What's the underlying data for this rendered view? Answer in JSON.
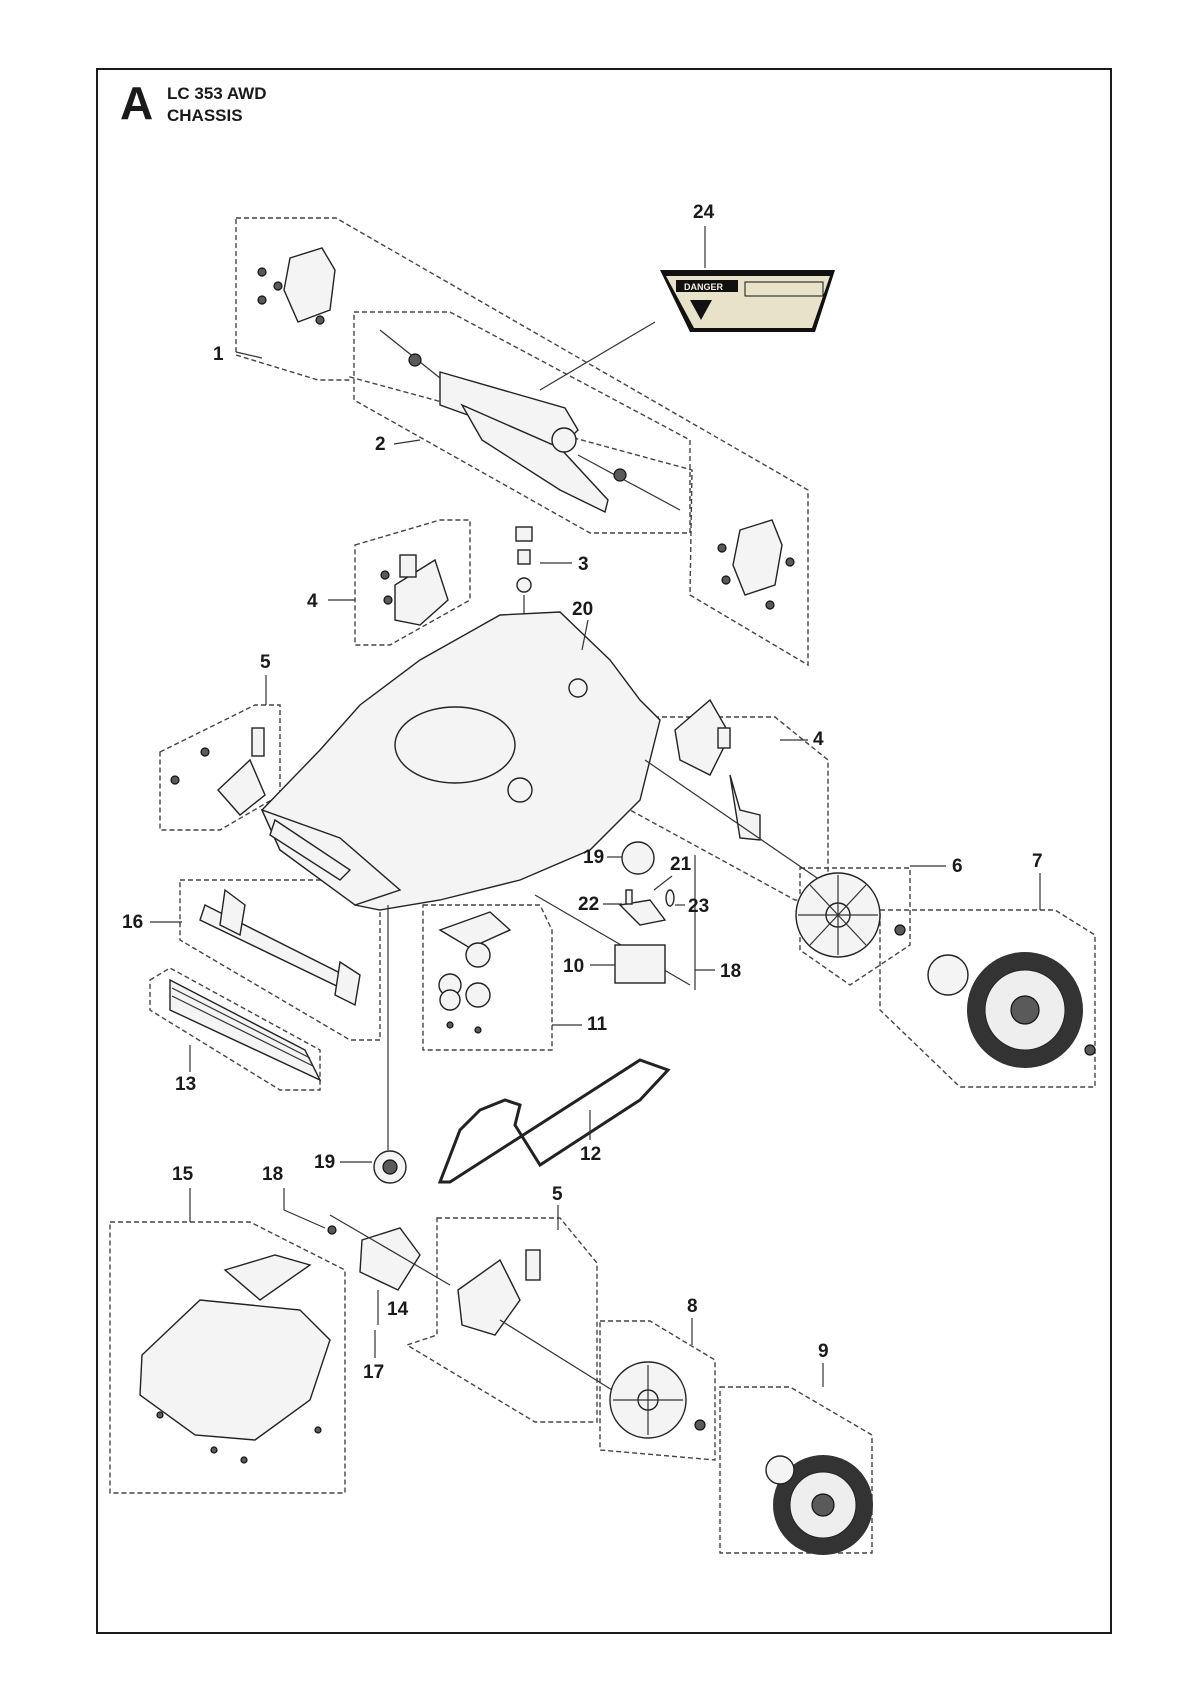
{
  "header": {
    "section_letter": "A",
    "model": "LC 353 AWD",
    "subtitle": "CHASSIS"
  },
  "decal": {
    "text": "DANGER"
  },
  "callouts": [
    {
      "id": "c1",
      "label": "1"
    },
    {
      "id": "c2",
      "label": "2"
    },
    {
      "id": "c3",
      "label": "3"
    },
    {
      "id": "c4a",
      "label": "4"
    },
    {
      "id": "c4b",
      "label": "4"
    },
    {
      "id": "c5a",
      "label": "5"
    },
    {
      "id": "c5b",
      "label": "5"
    },
    {
      "id": "c6",
      "label": "6"
    },
    {
      "id": "c7",
      "label": "7"
    },
    {
      "id": "c8",
      "label": "8"
    },
    {
      "id": "c9",
      "label": "9"
    },
    {
      "id": "c10",
      "label": "10"
    },
    {
      "id": "c11",
      "label": "11"
    },
    {
      "id": "c12",
      "label": "12"
    },
    {
      "id": "c13",
      "label": "13"
    },
    {
      "id": "c14",
      "label": "14"
    },
    {
      "id": "c15",
      "label": "15"
    },
    {
      "id": "c16",
      "label": "16"
    },
    {
      "id": "c17",
      "label": "17"
    },
    {
      "id": "c18a",
      "label": "18"
    },
    {
      "id": "c18b",
      "label": "18"
    },
    {
      "id": "c19a",
      "label": "19"
    },
    {
      "id": "c19b",
      "label": "19"
    },
    {
      "id": "c20",
      "label": "20"
    },
    {
      "id": "c21",
      "label": "21"
    },
    {
      "id": "c22",
      "label": "22"
    },
    {
      "id": "c23",
      "label": "23"
    },
    {
      "id": "c24",
      "label": "24"
    }
  ]
}
